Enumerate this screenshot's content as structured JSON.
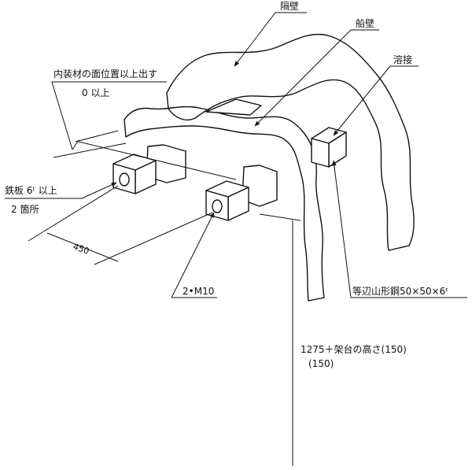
{
  "labels": {
    "bulkhead": "隔壁",
    "hull": "船壁",
    "weld": "溶接",
    "protrude_note": "内装材の面位置以上出す",
    "protrude_value": "0 以上",
    "plate": "鉄板 6ᵗ 以上",
    "plate_count": "2 箇所",
    "dim_450": "450",
    "bolts": "2•M10",
    "angle_steel": "等辺山形鋼50×50×6ᵗ",
    "height_formula": "1275＋架台の高さ(150)",
    "height_sub": "(150)"
  },
  "colors": {
    "ink": "#111111",
    "paper": "#ffffff"
  }
}
